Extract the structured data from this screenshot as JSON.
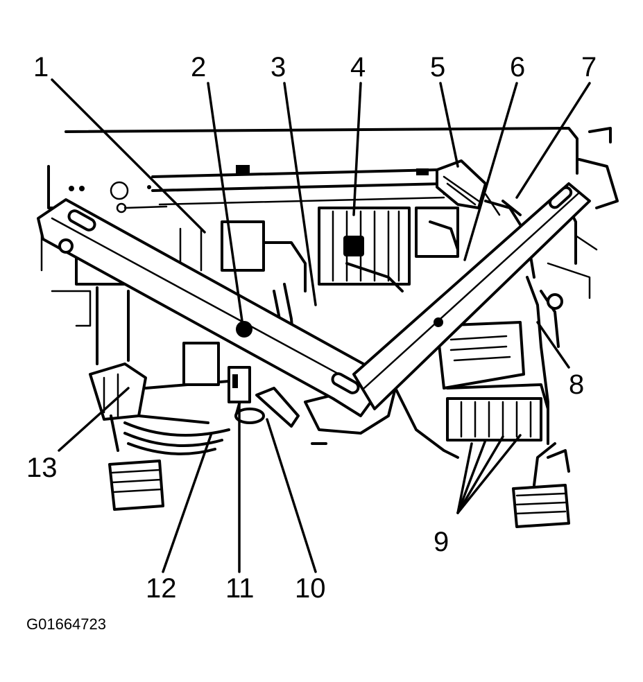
{
  "callouts": [
    "1",
    "2",
    "3",
    "4",
    "5",
    "6",
    "7",
    "8",
    "9",
    "10",
    "11",
    "12",
    "13"
  ],
  "figure_id": "G01664723"
}
